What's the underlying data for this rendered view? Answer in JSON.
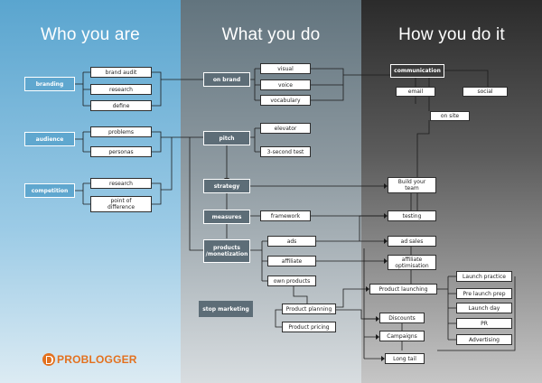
{
  "columns": {
    "who": "Who you are",
    "what": "What you do",
    "how": "How you do it"
  },
  "who": {
    "branding": "branding",
    "brand_audit": "brand audit",
    "research": "research",
    "define": "define",
    "audience": "audience",
    "problems": "problems",
    "personas": "personas",
    "competition": "competition",
    "research2": "research",
    "point_of_difference": "point of difference"
  },
  "what": {
    "on_brand": "on brand",
    "visual": "visual",
    "voice": "voice",
    "vocabulary": "vocabulary",
    "pitch": "pitch",
    "elevator": "elevator",
    "three_second_test": "3-second test",
    "strategy": "strategy",
    "measures": "measures",
    "framework": "framework",
    "products_monetization": "products /monetization",
    "ads": "ads",
    "affiliate": "affiliate",
    "own_products": "own products",
    "product_planning": "Product planning",
    "product_pricing": "Product pricing",
    "stop_marketing": "stop marketing"
  },
  "how": {
    "communication": "communication",
    "email": "email",
    "social": "social",
    "on_site": "on site",
    "build_your_team": "Build your team",
    "testing": "testing",
    "ad_sales": "ad sales",
    "affiliate_optimisation": "affiliate optimisation",
    "product_launching": "Product launching",
    "discounts": "Discounts",
    "campaigns": "Campaigns",
    "long_tail": "Long tail",
    "launch_practice": "Launch practice",
    "pre_launch_prep": "Pre launch prep",
    "launch_day": "Launch day",
    "pr": "PR",
    "advertising": "Advertising"
  },
  "logo": {
    "mark": "p-logo-icon",
    "text": "PROBLOGGER"
  },
  "colors": {
    "who_bg": "#5aa5cf",
    "what_bg": "#62747e",
    "how_bg": "#2b2b2b",
    "logo": "#e3711f"
  }
}
